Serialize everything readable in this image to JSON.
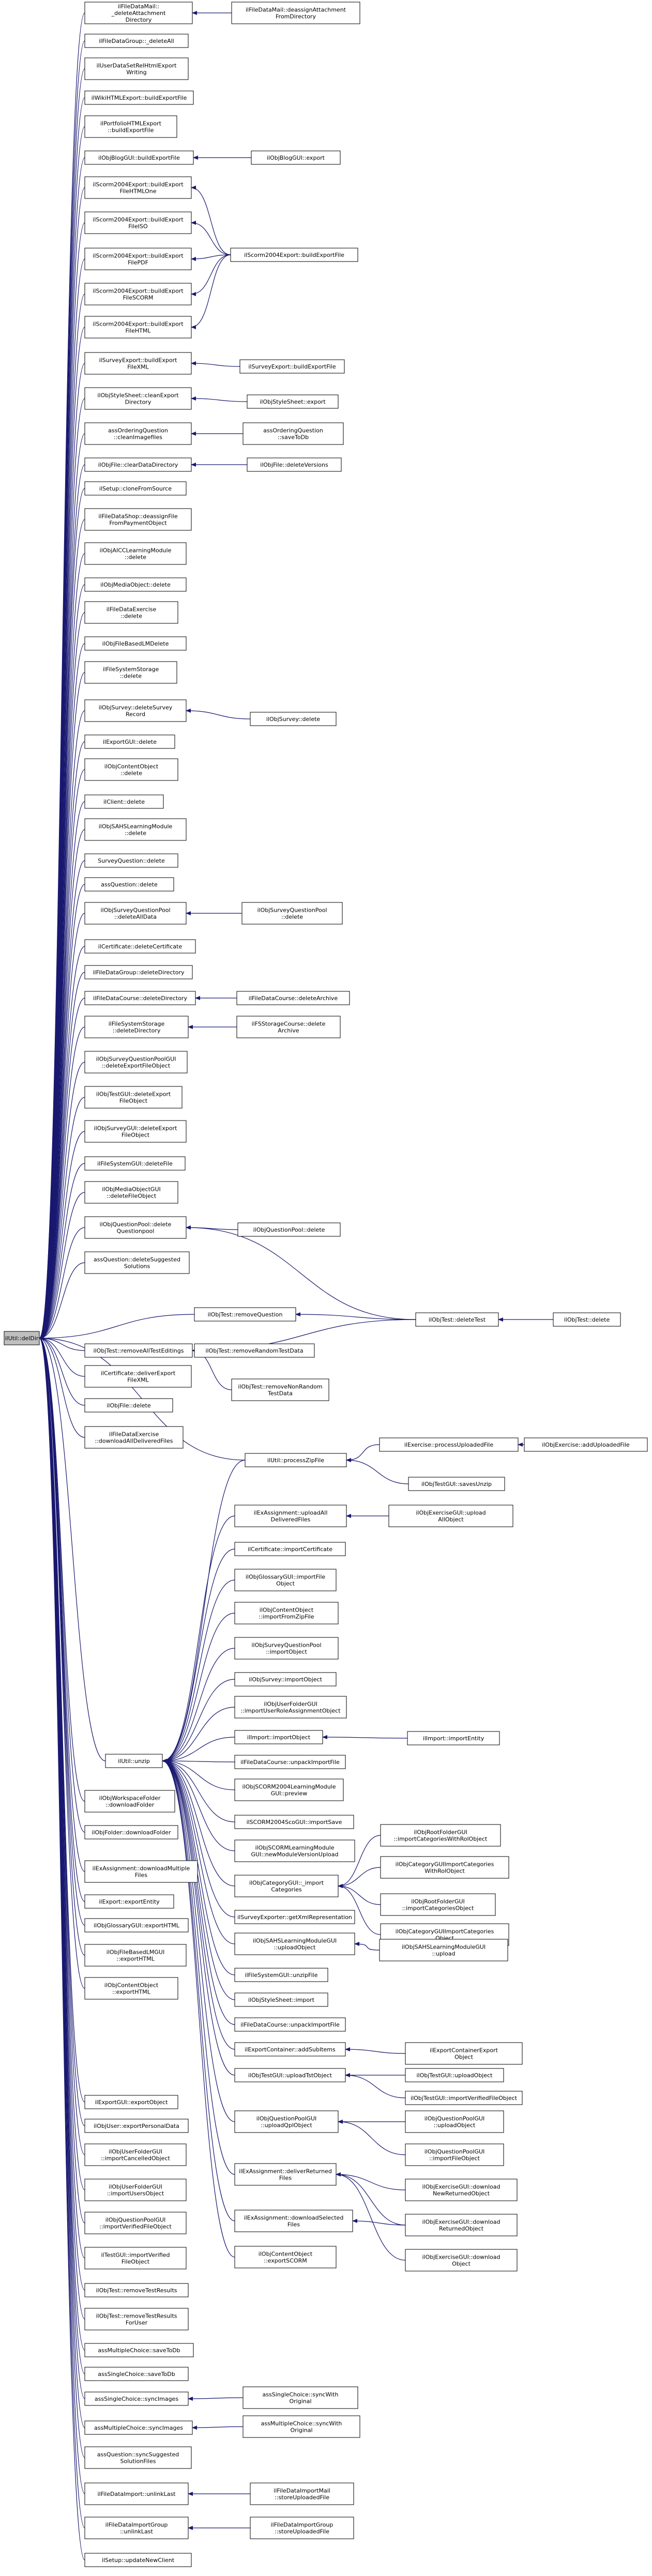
{
  "root": "ilUtil::delDir",
  "nodes": {
    "root": [
      "ilUtil::delDir"
    ],
    "fdm_ud": [
      "ilFileDataMail::",
      "_deleteAttachment",
      "Directory"
    ],
    "fdm_dad": [
      "ilFileDataMail::deassignAttachment",
      "FromDirectory"
    ],
    "fdg_da": [
      "ilFileDataGroup::_deleteAll"
    ],
    "udsw_d": [
      "ilUserDataSetRelHtmlExport",
      "Writing"
    ],
    "ithtml_bef": [
      "ilWikiHTMLExport::buildExportFile"
    ],
    "portfolio": [
      "ilPortfolioHTMLExport",
      "::buildExportFile"
    ],
    "blog_gui_bef": [
      "ilObjBlogGUI::buildExportFile"
    ],
    "blog_gui_exp": [
      "ilObjBlogGUI::export"
    ],
    "s2004_html_one": [
      "ilScorm2004Export::buildExport",
      "FileHTMLOne"
    ],
    "s2004_iso": [
      "ilScorm2004Export::buildExport",
      "FileISO"
    ],
    "s2004_pdf": [
      "ilScorm2004Export::buildExport",
      "FilePDF"
    ],
    "s2004_scorm": [
      "ilScorm2004Export::buildExport",
      "FileSCORM"
    ],
    "s2004_html": [
      "ilScorm2004Export::buildExport",
      "FileHTML"
    ],
    "s2004_bef": [
      "ilScorm2004Export::buildExportFile"
    ],
    "survey_xml": [
      "ilSurveyExport::buildExport",
      "FileXML"
    ],
    "survey_bef": [
      "ilSurveyExport::buildExportFile"
    ],
    "style_clean": [
      "ilObjStyleSheet::cleanExport",
      "Directory"
    ],
    "style_export": [
      "ilObjStyleSheet::export"
    ],
    "ordering_clean": [
      "assOrderingQuestion",
      "::cleanImagefiles"
    ],
    "ordering_save": [
      "assOrderingQuestion",
      "::saveToDb"
    ],
    "file_clear": [
      "ilObjFile::clearDataDirectory"
    ],
    "file_delver": [
      "ilObjFile::deleteVersions"
    ],
    "setup_clone": [
      "ilSetup::cloneFromSource"
    ],
    "fds_dapo": [
      "ilFileDataShop::deassignFile",
      "FromPaymentObject"
    ],
    "aicc_del": [
      "ilObjAICCLearningModule",
      "::delete"
    ],
    "mo_del": [
      "ilObjMediaObject::delete"
    ],
    "fde_del": [
      "ilFileDataExercise",
      "::delete"
    ],
    "fblm_del": [
      "ilObjFileBasedLMDelete"
    ],
    "fss_del": [
      "ilFileSystemStorage",
      "::delete"
    ],
    "survey_del_rec": [
      "ilObjSurvey::deleteSurvey",
      "Record"
    ],
    "survey_del": [
      "ilObjSurvey::delete"
    ],
    "export_gui_del": [
      "ilExportGUI::delete"
    ],
    "co_del": [
      "ilObjContentObject",
      "::delete"
    ],
    "client_del": [
      "ilClient::delete"
    ],
    "hacp_del": [
      "ilObjSAHSLearningModule",
      "::delete"
    ],
    "sq_del": [
      "SurveyQuestion::delete"
    ],
    "aq_del": [
      "assQuestion::delete"
    ],
    "sqp_del_data": [
      "ilObjSurveyQuestionPool",
      "::deleteAllData"
    ],
    "sqp_del": [
      "ilObjSurveyQuestionPool",
      "::delete"
    ],
    "cert_del": [
      "ilCertificate::deleteCertificate"
    ],
    "fdg_deldir": [
      "ilFileDataGroup::deleteDirectory"
    ],
    "fdc_deldir": [
      "ilFileDataCourse::deleteDirectory"
    ],
    "fdc_delarch": [
      "ilFileDataCourse::deleteArchive"
    ],
    "fss_deldir": [
      "ilFileSystemStorage",
      "::deleteDirectory"
    ],
    "fsc_delarch": [
      "ilFSStorageCourse::delete",
      "Archive"
    ],
    "sqpgui_del": [
      "ilObjSurveyQuestionPoolGUI",
      "::deleteExportFileObject"
    ],
    "testgui_del": [
      "ilObjTestGUI::deleteExport",
      "FileObject"
    ],
    "surveygui_del": [
      "ilObjSurveyGUI::deleteExport",
      "FileObject"
    ],
    "fsgui_del": [
      "ilFileSystemGUI::deleteFile"
    ],
    "mogui_del": [
      "ilObjMediaObjectGUI",
      "::deleteFileObject"
    ],
    "qp_delqp": [
      "ilObjQuestionPool::delete",
      "Questionpool"
    ],
    "qp_del": [
      "ilObjQuestionPool::delete"
    ],
    "aq_dels": [
      "assQuestion::deleteSuggested",
      "Solutions"
    ],
    "test_removeq": [
      "ilObjTest::removeQuestion"
    ],
    "test_deltest": [
      "ilObjTest::deleteTest"
    ],
    "test_del": [
      "ilObjTest::delete"
    ],
    "test_removeall": [
      "ilObjTest::removeAllTestEditings"
    ],
    "test_removerand": [
      "ilObjTest::removeRandomTestData"
    ],
    "test_removenonrand": [
      "ilObjTest::removeNonRandom",
      "TestData"
    ],
    "cert_export": [
      "ilCertificate::deliverExport",
      "FileXML"
    ],
    "file_del": [
      "ilObjFile::delete"
    ],
    "fde_dl": [
      "ilFileDataExercise",
      "::downloadAllDeliveredFiles"
    ],
    "ex_proc": [
      "ilExercise::processUploadedFile"
    ],
    "ex_addfile": [
      "ilObjExercise::addUploadedFile"
    ],
    "util_unzip": [
      "ilUtil::processZipFile"
    ],
    "test_saves": [
      "ilObjTestGUI::savesUnzip"
    ],
    "ea_upload": [
      "ilExAssignment::uploadAll",
      "DeliveredFiles"
    ],
    "exgui_upload": [
      "ilObjExerciseGUI::upload",
      "AllObject"
    ],
    "cert_import": [
      "ilCertificate::importCertificate"
    ],
    "glo_import": [
      "ilObjGlossaryGUI::importFile",
      "Object"
    ],
    "cogui_import": [
      "ilObjContentObject",
      "::importFromZipFile"
    ],
    "sqpgui_import": [
      "ilObjSurveyQuestionPool",
      "::importObject"
    ],
    "survey_import": [
      "ilObjSurvey::importObject"
    ],
    "uf_import": [
      "ilObjUserFolderGUI",
      "::importUserRoleAssignmentObject"
    ],
    "ie_import": [
      "ilImport::importObject"
    ],
    "ie_entity": [
      "ilImport::importEntity"
    ],
    "util_unzip_main": [
      "ilUtil::unzip"
    ],
    "fdc_unpack": [
      "ilFileDataCourse::unpackImportFile"
    ],
    "s2004_prev": [
      "ilObjSCORM2004LearningModule",
      "GUI::preview"
    ],
    "s2004_save": [
      "ilSCORM2004ScoGUI::importSave"
    ],
    "scorm_upload": [
      "ilObjSCORMLearningModule",
      "GUI::newModuleVersionUpload"
    ],
    "cat_import": [
      "ilObjCategoryGUI::_import",
      "Categories"
    ],
    "root_import_wm": [
      "ilObjRootFolderGUI",
      "::importCategoriesWithRolObject"
    ],
    "cat_import_w": [
      "ilObjCategoryGUIImportCategories",
      "WithRolObject"
    ],
    "root_import": [
      "ilObjRootFolderGUI",
      "::importCategoriesObject"
    ],
    "cat_import_obj": [
      "ilObjCategoryGUIImportCategories",
      "Object"
    ],
    "ws_dl": [
      "ilObjWorkspaceFolder",
      "::downloadFolder"
    ],
    "sg_xml": [
      "ilSurveyExporter::getXmlRepresentation"
    ],
    "folder_dl": [
      "ilObjFolder::downloadFolder"
    ],
    "sahs_upload": [
      "ilObjSAHSLearningModuleGUI",
      "::uploadObject"
    ],
    "sahs_gui_upload": [
      "ilObjSAHSLearningModuleGUI",
      "::upload"
    ],
    "ea_dlm": [
      "ilExAssignment::downloadMultiple",
      "Files"
    ],
    "fsgui_unzip": [
      "ilFileSystemGUI::unzipFile"
    ],
    "export_entity": [
      "ilExport::exportEntity"
    ],
    "style_import": [
      "ilObjStyleSheet::import"
    ],
    "glo_html": [
      "ilObjGlossaryGUI::exportHTML"
    ],
    "fdc_unpack2": [
      "ilFileDataCourse::unpackImportFile"
    ],
    "fblm_html": [
      "ilObjFileBasedLMGUI",
      "::exportHTML"
    ],
    "ec_add": [
      "ilExportContainer::addSubItems"
    ],
    "ec_export": [
      "ilExportContainerExport",
      "Object"
    ],
    "cogui_html": [
      "ilObjContentObject",
      "::exportHTML"
    ],
    "testgui_upload": [
      "ilObjTestGUI::uploadTstObject"
    ],
    "testgui_uploadobj": [
      "ilObjTestGUI::uploadObject"
    ],
    "export_obj": [
      "ilExportGUI::exportObject"
    ],
    "testgui_importverif": [
      "ilObjTestGUI::importVerifiedFileObject"
    ],
    "user_personal": [
      "ilObjUser::exportPersonalData"
    ],
    "qpgui_upload": [
      "ilObjQuestionPoolGUI",
      "::uploadQplObject"
    ],
    "qpgui_uploadobj": [
      "ilObjQuestionPoolGUI",
      "::uploadObject"
    ],
    "uf_cancel": [
      "ilObjUserFolderGUI",
      "::importCancelledObject"
    ],
    "qpgui_importfile": [
      "ilObjQuestionPoolGUI",
      "::importFileObject"
    ],
    "uf_users": [
      "ilObjUserFolderGUI",
      "::importUsersObject"
    ],
    "ea_deliver": [
      "ilExAssignment::deliverReturned",
      "Files"
    ],
    "exgui_newret": [
      "ilObjExerciseGUI::download",
      "NewReturnedObject"
    ],
    "qpgui_verif": [
      "ilObjQuestionPoolGUI",
      "::importVerifiedFileObject"
    ],
    "ea_dlsel": [
      "ilExAssignment::downloadSelected",
      "Files"
    ],
    "exgui_ret": [
      "ilObjExerciseGUI::download",
      "ReturnedObject"
    ],
    "testgui_verif": [
      "ilTestGUI::importVerified",
      "FileObject"
    ],
    "cogui_scorm": [
      "ilObjContentObject",
      "::exportSCORM"
    ],
    "exgui_dl": [
      "ilObjExerciseGUI::download",
      "Object"
    ],
    "test_results": [
      "ilObjTest::removeTestResults"
    ],
    "test_results_user": [
      "ilObjTest::removeTestResults",
      "ForUser"
    ],
    "amc_save": [
      "assMultipleChoice::saveToDb"
    ],
    "asc_save": [
      "assSingleChoice::saveToDb"
    ],
    "asc_sync": [
      "assSingleChoice::syncImages"
    ],
    "asc_sync_o": [
      "assSingleChoice::syncWith",
      "Original"
    ],
    "amc_sync": [
      "assMultipleChoice::syncImages"
    ],
    "amc_sync_o": [
      "assMultipleChoice::syncWith",
      "Original"
    ],
    "aq_sync": [
      "assQuestion::syncSuggested",
      "SolutionFiles"
    ],
    "fdi_unlink": [
      "ilFileDataImport::unlinkLast"
    ],
    "fdim_store": [
      "ilFileDataImportMail",
      "::storeUploadedFile"
    ],
    "fdig_unlink": [
      "ilFileDataImportGroup",
      "::unlinkLast"
    ],
    "fdig_store": [
      "ilFileDataImportGroup",
      "::storeUploadedFile"
    ],
    "setup_client": [
      "ilSetup::updateNewClient"
    ]
  }
}
